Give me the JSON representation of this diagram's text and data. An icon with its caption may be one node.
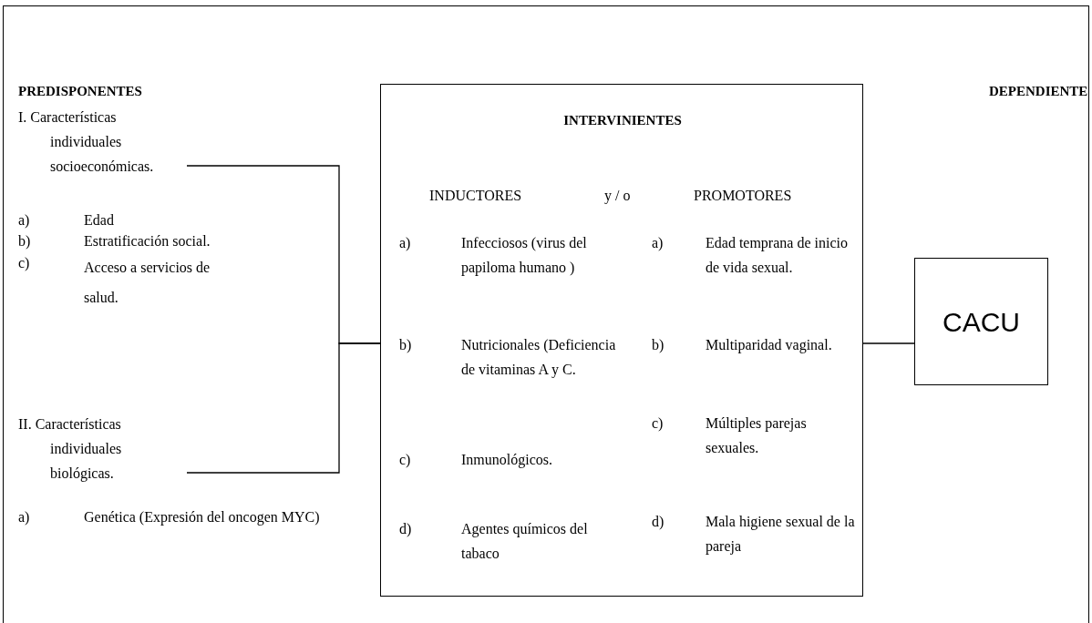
{
  "diagram": {
    "nodes": [
      {
        "text": [
          "I. Características individuales socioeconómicas."
        ]
      },
      {
        "text": [
          "II. Características individuales biológicas."
        ]
      },
      {
        "text": [
          "INTERVINIENTES",
          "INDUCTORES",
          "y / o",
          "PROMOTORES",
          "a)",
          "Infecciosos (virus del papiloma humano )",
          "a)",
          "Edad temprana de inicio de vida sexual.",
          "b)",
          "Nutricionales (Deficiencia de vitaminas A y C.",
          "b)",
          "Multiparidad vaginal.",
          "c)",
          "Múltiples parejas sexuales.",
          "c)",
          "Inmunológicos.",
          "d)",
          "Agentes químicos del tabaco",
          "d)",
          "Mala higiene sexual de la pareja"
        ]
      },
      {
        "text": [
          "CACU"
        ]
      }
    ],
    "edges": [
      {
        "from": 0,
        "to": 2,
        "arrow": "none"
      },
      {
        "from": 1,
        "to": 2,
        "arrow": "none"
      },
      {
        "from": 2,
        "to": 3,
        "arrow": "none"
      }
    ],
    "labels": [
      "PREDISPONENTES",
      "DEPENDIENTE",
      "a)",
      "Edad",
      "b)",
      "Estratificación social.",
      "c)",
      "Acceso a servicios de salud.",
      "a)",
      "Genética (Expresión del oncogen MYC)"
    ]
  }
}
